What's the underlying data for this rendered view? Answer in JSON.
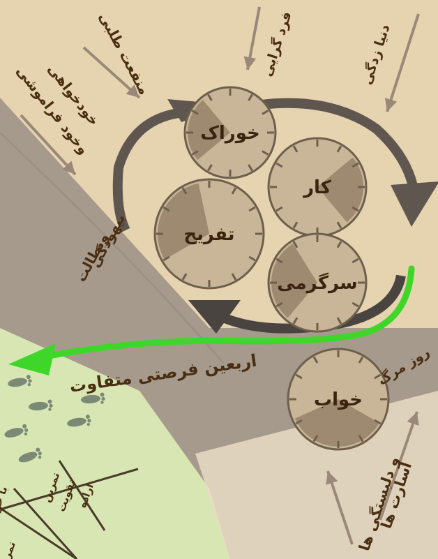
{
  "colors": {
    "paper": "#e6d3b0",
    "shadow": "#a69a8c",
    "green_paper": "#d8e6b4",
    "clock_face": "#c9b698",
    "clock_wedge": "#9e8a70",
    "clock_rim": "#6e5e4c",
    "cycle_arrow": "#5f5650",
    "guide_arrow": "#9a8878",
    "escape_arrow": "#3fd62a",
    "text": "#4a2e12"
  },
  "clocks": [
    {
      "name": "food",
      "label": "خوراک",
      "filled_fraction": 0.25
    },
    {
      "name": "work",
      "label": "کار",
      "filled_fraction": 0.25
    },
    {
      "name": "recreation",
      "label": "تفریح",
      "filled_fraction": 0.3
    },
    {
      "name": "entertainment",
      "label": "سرگرمی",
      "filled_fraction": 0.3
    },
    {
      "name": "sleep",
      "label": "خواب",
      "filled_fraction": 0.35
    }
  ],
  "labels": {
    "worldliness": "دنیا زدگی",
    "individualism": "فرد گرایی",
    "self_interest": "منفعت طلبی",
    "selfishness_line1": "خودخواهی",
    "selfishness_line2": "وخود فراموشی",
    "futility_line1": "بیهودگی",
    "futility_line2": "وبطالت",
    "death_day": "روز مرگ",
    "bondage_line1": "اسارت ها",
    "bondage_line2": "و دلبستگی ها",
    "forty_days": "اربعین فرصتی متفاوت"
  },
  "table": {
    "header1": "با خود",
    "header2_line1": "تمرین",
    "header2_line2": "تقویت",
    "header2_line3": "اراده",
    "cell": "تمر"
  }
}
